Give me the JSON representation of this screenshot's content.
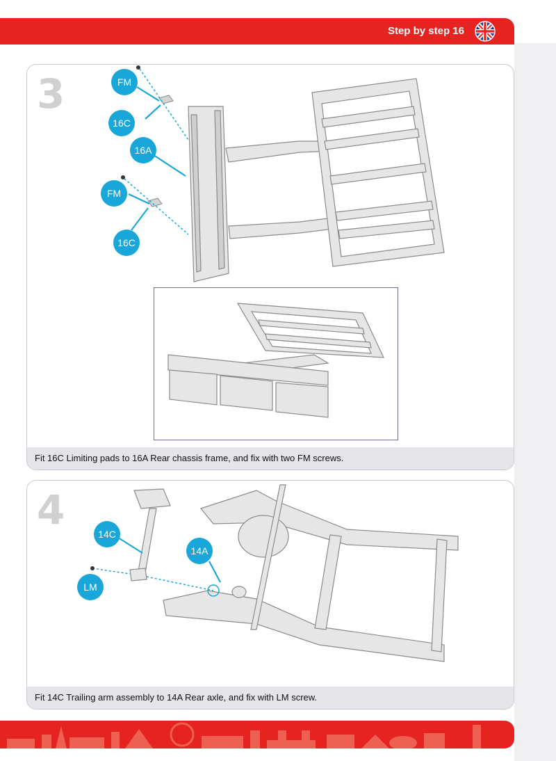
{
  "header": {
    "title": "Step by step 16",
    "flag_icon": "uk-flag-icon"
  },
  "steps": [
    {
      "number": "3",
      "labels": [
        "FM",
        "16C",
        "16A",
        "FM",
        "16C"
      ],
      "caption": "Fit 16C Limiting pads to 16A Rear chassis frame, and fix with two FM screws."
    },
    {
      "number": "4",
      "labels": [
        "14C",
        "14A",
        "LM"
      ],
      "caption": "Fit 14C Trailing arm assembly to 14A Rear axle, and fix with LM screw."
    }
  ],
  "colors": {
    "brand_red": "#e52421",
    "callout_blue": "#19a7d9",
    "caption_bg": "#e4e4e9"
  }
}
